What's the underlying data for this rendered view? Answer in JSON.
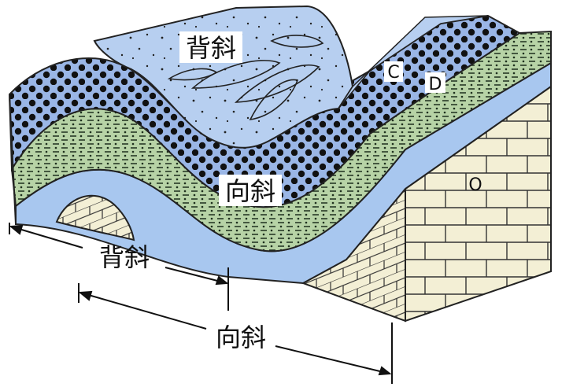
{
  "labels": {
    "top_anticline": "背斜",
    "syncline_center": "向斜",
    "layer_c": "C",
    "layer_d": "D",
    "layer_o": "O",
    "bottom_anticline": "背斜",
    "bottom_syncline": "向斜"
  },
  "colors": {
    "top_surface": "#b7cff0",
    "layer_c": "#9ab6e6",
    "layer_d": "#b7d3a6",
    "blue_band": "#a8c7ef",
    "limestone": "#f3efd5",
    "lines": "#111111"
  }
}
